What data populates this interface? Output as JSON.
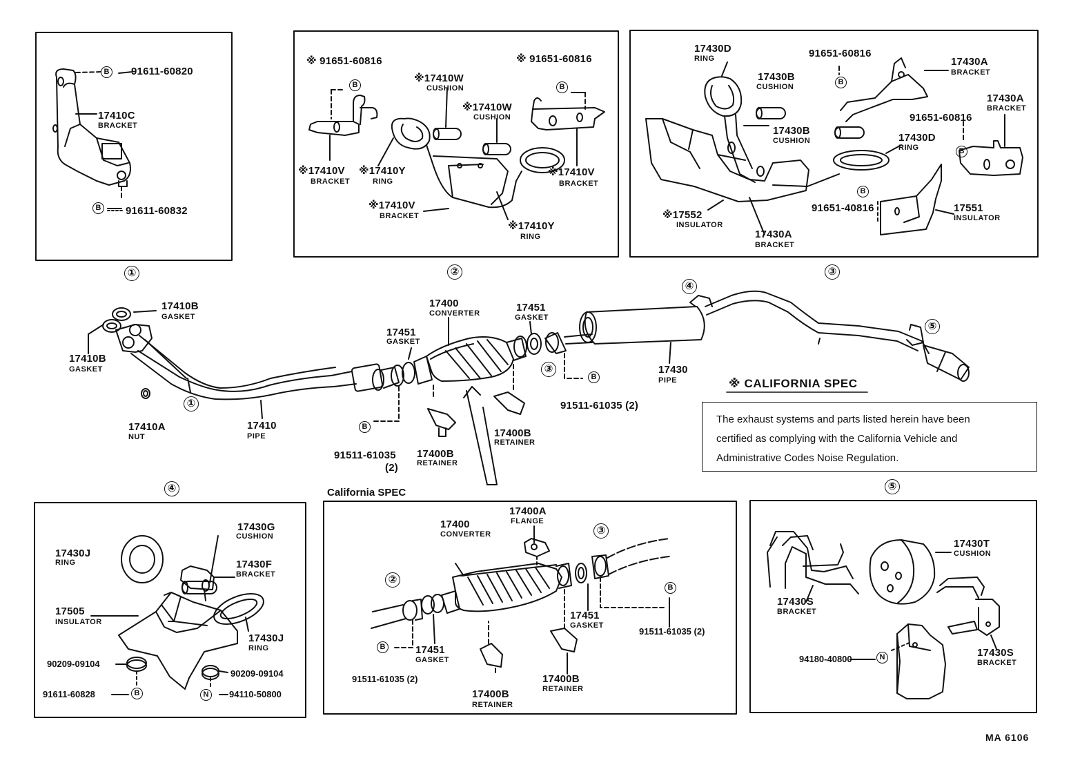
{
  "figure_ref": "MA 6106",
  "california_spec": {
    "title": "※ CALIFORNIA SPEC",
    "note_lines": [
      "The exhaust systems and parts listed herein have been",
      "certified as complying with the California Vehicle and",
      "Administrative Codes Noise Regulation."
    ],
    "subpanel_title": "California SPEC"
  },
  "labels": {
    "c1": "①",
    "c2": "②",
    "c3": "③",
    "c4": "④",
    "c5": "⑤",
    "b": "B",
    "n": "N",
    "p1_a": "91611-60820",
    "p1_b_num": "17410C",
    "p1_b_name": "BRACKET",
    "p1_c": "91611-60832",
    "p2_a": "※ 91651-60816",
    "p2_b": "※ 91651-60816",
    "p2_w1_num": "※17410W",
    "p2_w1_name": "CUSHION",
    "p2_w2_num": "※17410W",
    "p2_w2_name": "CUSHION",
    "p2_v1_num": "※17410V",
    "p2_v1_name": "BRACKET",
    "p2_y1_num": "※17410Y",
    "p2_y1_name": "RING",
    "p2_v2_num": "※17410V",
    "p2_v2_name": "BRACKET",
    "p2_v3_num": "※17410V",
    "p2_v3_name": "BRACKET",
    "p2_y2_num": "※17410Y",
    "p2_y2_name": "RING",
    "p3_d1_num": "17430D",
    "p3_d1_name": "RING",
    "p3_b1_num": "17430B",
    "p3_b1_name": "CUSHION",
    "p3_b2_num": "17430B",
    "p3_b2_name": "CUSHION",
    "p3_s1": "91651-60816",
    "p3_s2": "91651-60816",
    "p3_a1_num": "17430A",
    "p3_a1_name": "BRACKET",
    "p3_a2_num": "17430A",
    "p3_a2_name": "BRACKET",
    "p3_d2_num": "17430D",
    "p3_d2_name": "RING",
    "p3_i1_num": "※17552",
    "p3_i1_name": "INSULATOR",
    "p3_s3": "91651-40816",
    "p3_i2_num": "17551",
    "p3_i2_name": "INSULATOR",
    "p3_a3_num": "17430A",
    "p3_a3_name": "BRACKET",
    "m_gb1_num": "17410B",
    "m_gb1_name": "GASKET",
    "m_gb2_num": "17410B",
    "m_gb2_name": "GASKET",
    "m_nut_num": "17410A",
    "m_nut_name": "NUT",
    "m_pipe_num": "17410",
    "m_pipe_name": "PIPE",
    "m_conv_num": "17400",
    "m_conv_name": "CONVERTER",
    "m_g1_num": "17451",
    "m_g1_name": "GASKET",
    "m_g2_num": "17451",
    "m_g2_name": "GASKET",
    "m_b1": "91511-61035",
    "m_b1_q": "(2)",
    "m_r1_num": "17400B",
    "m_r1_name": "RETAINER",
    "m_r2_num": "17400B",
    "m_r2_name": "RETAINER",
    "m_b2": "91511-61035 (2)",
    "m_tail_num": "17430",
    "m_tail_name": "PIPE",
    "p4_g_num": "17430G",
    "p4_g_name": "CUSHION",
    "p4_j1_num": "17430J",
    "p4_j1_name": "RING",
    "p4_f_num": "17430F",
    "p4_f_name": "BRACKET",
    "p4_ins_num": "17505",
    "p4_ins_name": "INSULATOR",
    "p4_j2_num": "17430J",
    "p4_j2_name": "RING",
    "p4_w1": "90209-09104",
    "p4_w2": "90209-09104",
    "p4_b": "91611-60828",
    "p4_n": "94110-50800",
    "c_conv_num": "17400",
    "c_conv_name": "CONVERTER",
    "c_fl_num": "17400A",
    "c_fl_name": "FLANGE",
    "c_g1_num": "17451",
    "c_g1_name": "GASKET",
    "c_g2_num": "17451",
    "c_g2_name": "GASKET",
    "c_b1": "91511-61035 (2)",
    "c_b2": "91511-61035 (2)",
    "c_r1_num": "17400B",
    "c_r1_name": "RETAINER",
    "c_r2_num": "17400B",
    "c_r2_name": "RETAINER",
    "p5_t_num": "17430T",
    "p5_t_name": "CUSHION",
    "p5_s1_num": "17430S",
    "p5_s1_name": "BRACKET",
    "p5_s2_num": "17430S",
    "p5_s2_name": "BRACKET",
    "p5_n": "94180-40800"
  }
}
